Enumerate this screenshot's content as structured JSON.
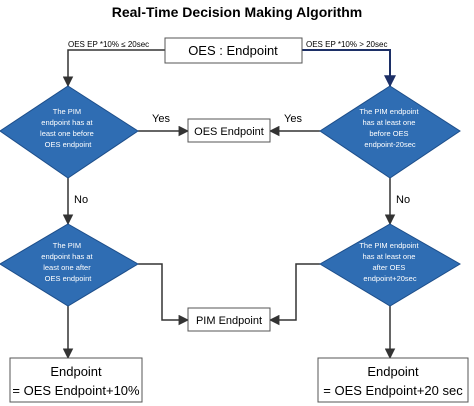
{
  "title": "Real-Time Decision Making Algorithm",
  "nodes": {
    "start": "OES : Endpoint",
    "oes_endpoint": "OES Endpoint",
    "pim_endpoint": "PIM Endpoint",
    "end_left_line1": "Endpoint",
    "end_left_line2": "= OES Endpoint+10%",
    "end_right_line1": "Endpoint",
    "end_right_line2": "= OES Endpoint+20 sec",
    "d_left_top": [
      "The PIM",
      "endpoint has at",
      "least one before",
      "OES endpoint"
    ],
    "d_right_top": [
      "The PIM endpoint",
      "has at least one",
      "before OES",
      "endpoint-20sec"
    ],
    "d_left_bottom": [
      "The PIM",
      "endpoint has at",
      "least one after",
      "OES endpoint"
    ],
    "d_right_bottom": [
      "The PIM endpoint",
      "has at least one",
      "after OES",
      "endpoint+20sec"
    ]
  },
  "edges": {
    "left_condition": "OES EP *10% ≤ 20sec",
    "right_condition": "OES EP *10% > 20sec",
    "yes_left": "Yes",
    "yes_right": "Yes",
    "no_left": "No",
    "no_right": "No"
  },
  "colors": {
    "diamond_fill": "#2f6db3",
    "right_branch_line": "#1c2f66"
  }
}
